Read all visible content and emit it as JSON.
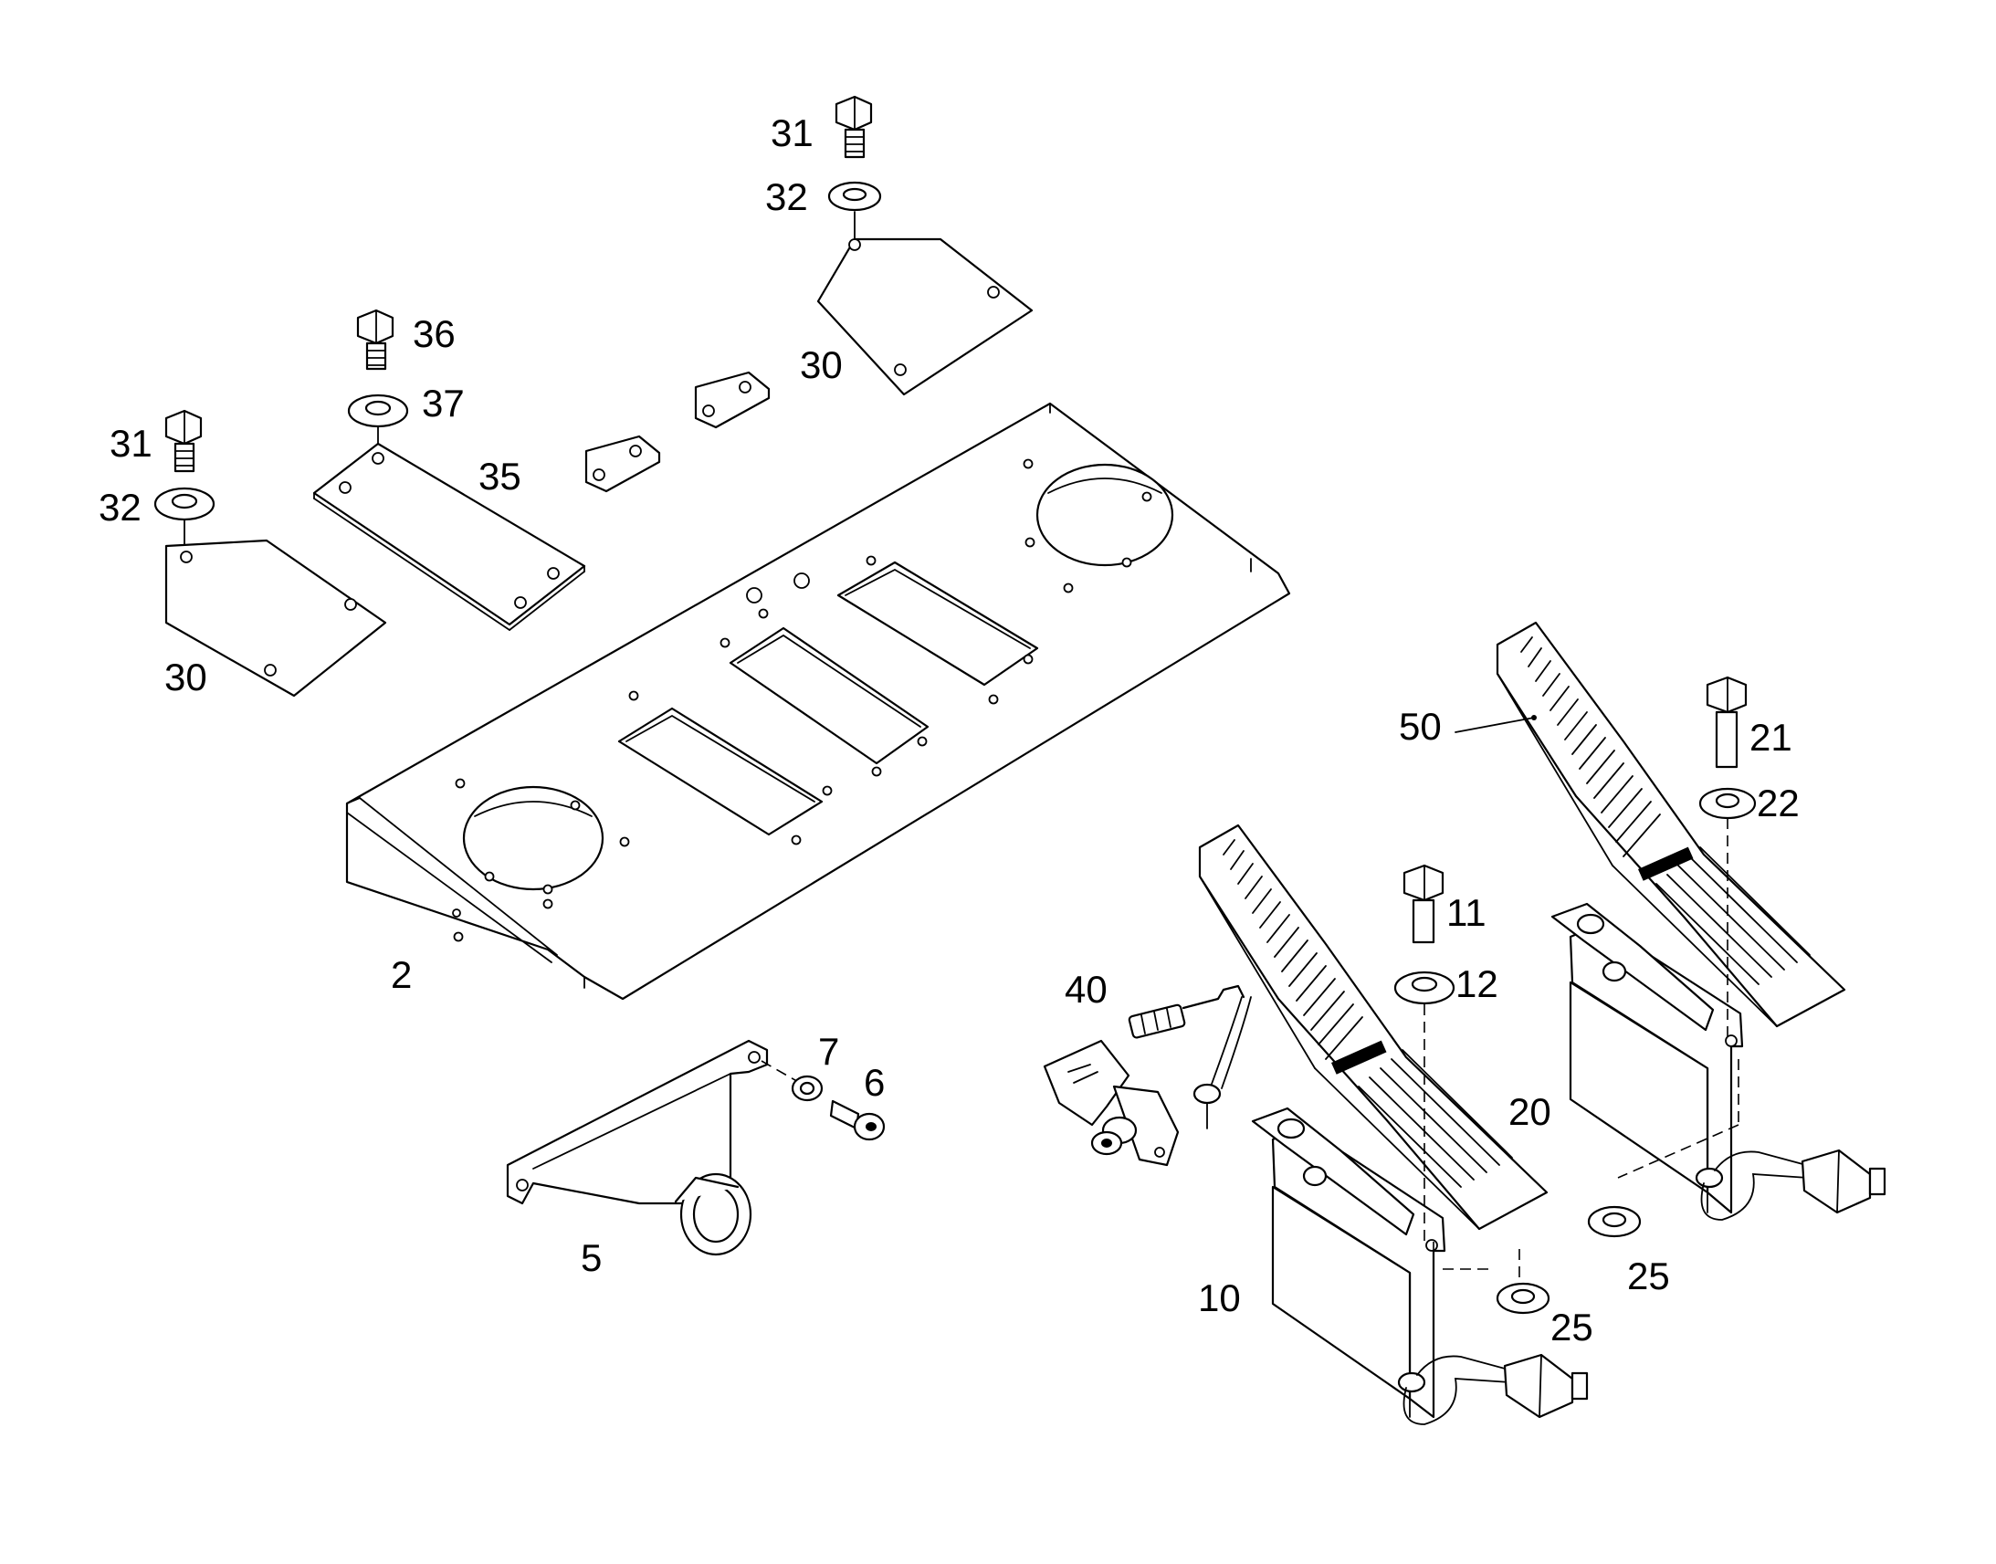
{
  "diagram": {
    "callouts": {
      "c_31_top": "31",
      "c_32_top": "32",
      "c_30_top": "30",
      "c_36": "36",
      "c_37": "37",
      "c_35": "35",
      "c_31_left": "31",
      "c_32_left": "32",
      "c_30_left": "30",
      "c_2": "2",
      "c_7": "7",
      "c_6": "6",
      "c_5": "5",
      "c_40": "40",
      "c_11": "11",
      "c_12": "12",
      "c_10": "10",
      "c_25_a": "25",
      "c_50": "50",
      "c_21": "21",
      "c_22": "22",
      "c_20": "20",
      "c_25_b": "25"
    },
    "colors": {
      "line": "#000000",
      "background": "#ffffff"
    }
  }
}
